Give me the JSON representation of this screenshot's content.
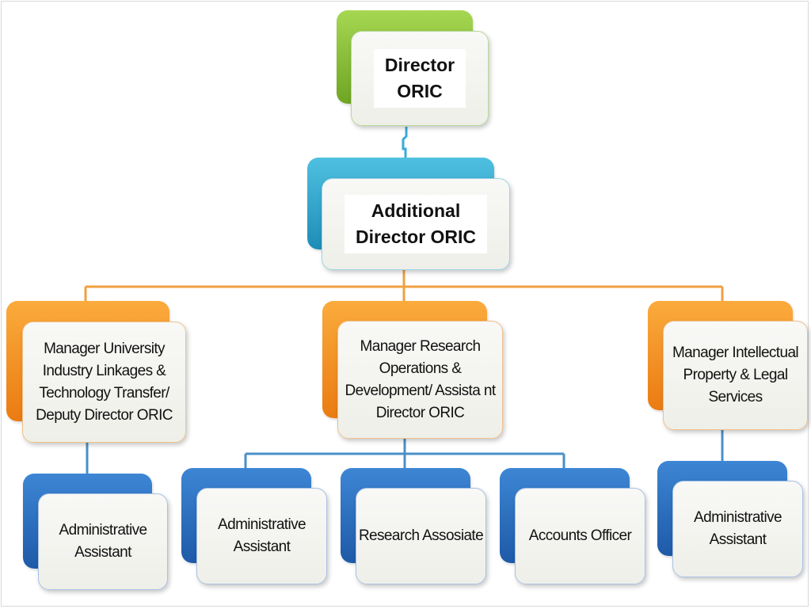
{
  "org_chart": {
    "director": {
      "label_line1": "Director",
      "label_line2": "ORIC"
    },
    "additional_director": {
      "label_line1": "Additional",
      "label_line2": "Director ORIC"
    },
    "managers": [
      {
        "lines": [
          "Manager University",
          "Industry Linkages &",
          "Technology Transfer/",
          "Deputy Director ORIC"
        ]
      },
      {
        "lines": [
          "Manager Research",
          "Operations &",
          "Development/ Assista nt",
          "Director ORIC"
        ]
      },
      {
        "lines": [
          "Manager Intellectual",
          "Property & Legal",
          "Services"
        ]
      }
    ],
    "staff": [
      {
        "lines": [
          "Administrative",
          "Assistant"
        ]
      },
      {
        "lines": [
          "Administrative",
          "Assistant"
        ]
      },
      {
        "lines": [
          "Research Assosiate"
        ]
      },
      {
        "lines": [
          "Accounts Officer"
        ]
      },
      {
        "lines": [
          "Administrative",
          "Assistant"
        ]
      }
    ]
  },
  "colors": {
    "top_level": "#8cc63f",
    "second_level": "#31b0da",
    "manager_level": "#f7941d",
    "staff_level": "#2b6fc4",
    "orange_connector": "#f0a040",
    "blue_connector": "#4a90c8"
  }
}
